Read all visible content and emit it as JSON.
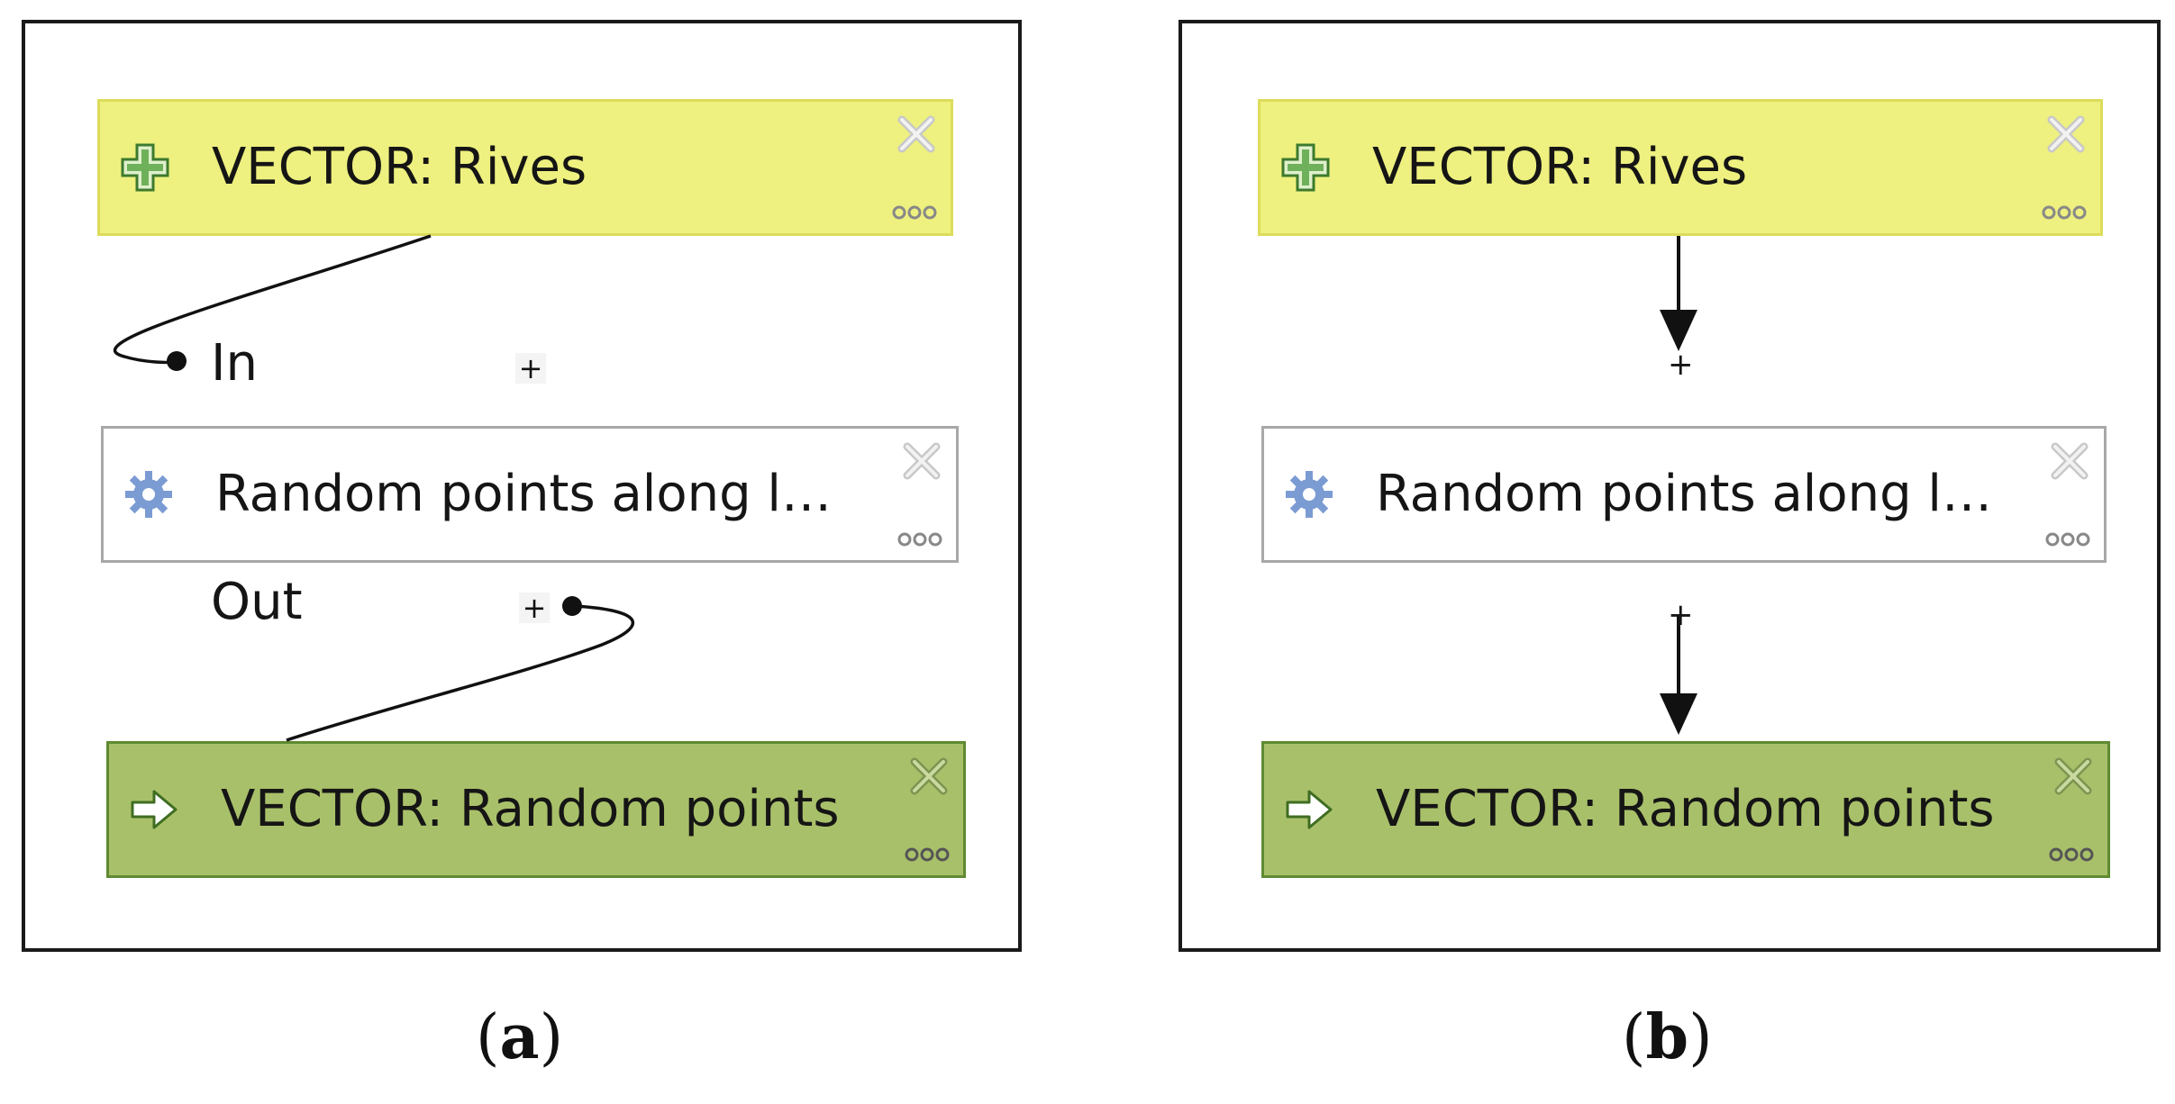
{
  "panel_a": {
    "nodes": {
      "input_label": "VECTOR: Rives",
      "algo_label": "Random points along l…",
      "output_label": "VECTOR: Random points"
    },
    "ports": {
      "in_label": "In",
      "out_label": "Out",
      "plus": "+"
    }
  },
  "panel_b": {
    "nodes": {
      "input_label": "VECTOR: Rives",
      "algo_label": "Random points along l…",
      "output_label": "VECTOR: Random points"
    },
    "plus": "+"
  },
  "captions": {
    "a": "a",
    "b": "b",
    "open": "(",
    "close": ")"
  },
  "colors": {
    "input_fill": "#eef07f",
    "algo_fill": "#ffffff",
    "output_fill": "#a9c06a",
    "icon_gear": "#7b9bd3",
    "icon_plus": "#5a9a4a"
  },
  "icons": {
    "input": "plus-cross-icon",
    "algo": "gear-icon",
    "output": "arrow-right-icon",
    "close": "close-icon",
    "more": "more-dots-icon"
  }
}
